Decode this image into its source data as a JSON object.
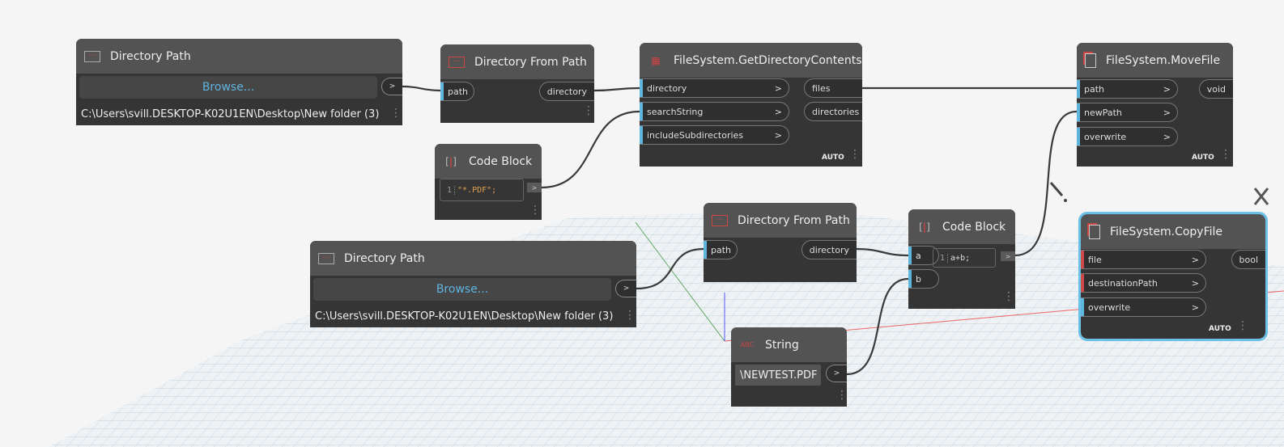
{
  "nodes": {
    "dirpath1": {
      "title": "Directory Path",
      "browse": "Browse...",
      "path": "C:\\Users\\svill.DESKTOP-K02U1EN\\Desktop\\New folder (3)",
      "out": ">"
    },
    "dfp1": {
      "title": "Directory From Path",
      "in": "path",
      "out": "directory"
    },
    "cb1": {
      "title": "Code Block",
      "line": "1",
      "code": "\"*.PDF\";",
      "out": ">"
    },
    "gdc": {
      "title": "FileSystem.GetDirectoryContents",
      "inputs": [
        "directory",
        "searchString",
        "includeSubdirectories"
      ],
      "outputs": [
        "files",
        "directories"
      ],
      "arrow": ">",
      "lacing": "AUTO"
    },
    "move": {
      "title": "FileSystem.MoveFile",
      "inputs": [
        "path",
        "newPath",
        "overwrite"
      ],
      "outputs": [
        "void"
      ],
      "arrow": ">",
      "lacing": "AUTO"
    },
    "dirpath2": {
      "title": "Directory Path",
      "browse": "Browse...",
      "path": "C:\\Users\\svill.DESKTOP-K02U1EN\\Desktop\\New folder (3)",
      "out": ">"
    },
    "dfp2": {
      "title": "Directory From Path",
      "in": "path",
      "out": "directory"
    },
    "cb2": {
      "title": "Code Block",
      "inputs": [
        "a",
        "b"
      ],
      "line": "1",
      "code": "a+b;",
      "out": ">"
    },
    "str": {
      "title": "String",
      "icon": "ABC",
      "value": "\\NEWTEST.PDF",
      "out": ">"
    },
    "copy": {
      "title": "FileSystem.CopyFile",
      "inputs": [
        "file",
        "destinationPath",
        "overwrite"
      ],
      "outputs": [
        "bool"
      ],
      "arrow": ">",
      "lacing": "AUTO"
    }
  },
  "colors": {
    "accent": "#5eb5dd",
    "required": "#d04848",
    "node": "#353535",
    "header": "#535353",
    "selected": "#6ac0e6"
  }
}
